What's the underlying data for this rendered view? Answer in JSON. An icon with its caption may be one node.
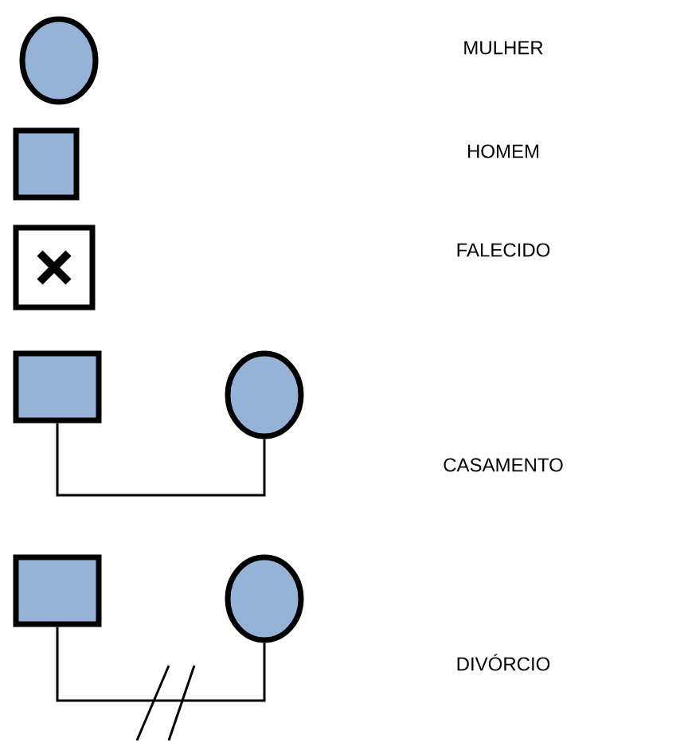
{
  "diagram": {
    "nodes": [
      {
        "text": [],
        "shape": "circle"
      },
      {
        "text": [],
        "shape": "box"
      },
      {
        "text": [],
        "shape": "box"
      },
      {
        "text": [],
        "shape": "box"
      },
      {
        "text": [],
        "shape": "circle"
      },
      {
        "text": [],
        "shape": "box"
      },
      {
        "text": [],
        "shape": "circle"
      }
    ],
    "edges": [
      {
        "from": 3,
        "to": 4,
        "arrow": "none"
      },
      {
        "from": 5,
        "to": 6,
        "arrow": "none"
      }
    ],
    "labels": [
      "MULHER",
      "HOMEM",
      "FALECIDO",
      "CASAMENTO",
      "DIVÓRCIO"
    ]
  }
}
